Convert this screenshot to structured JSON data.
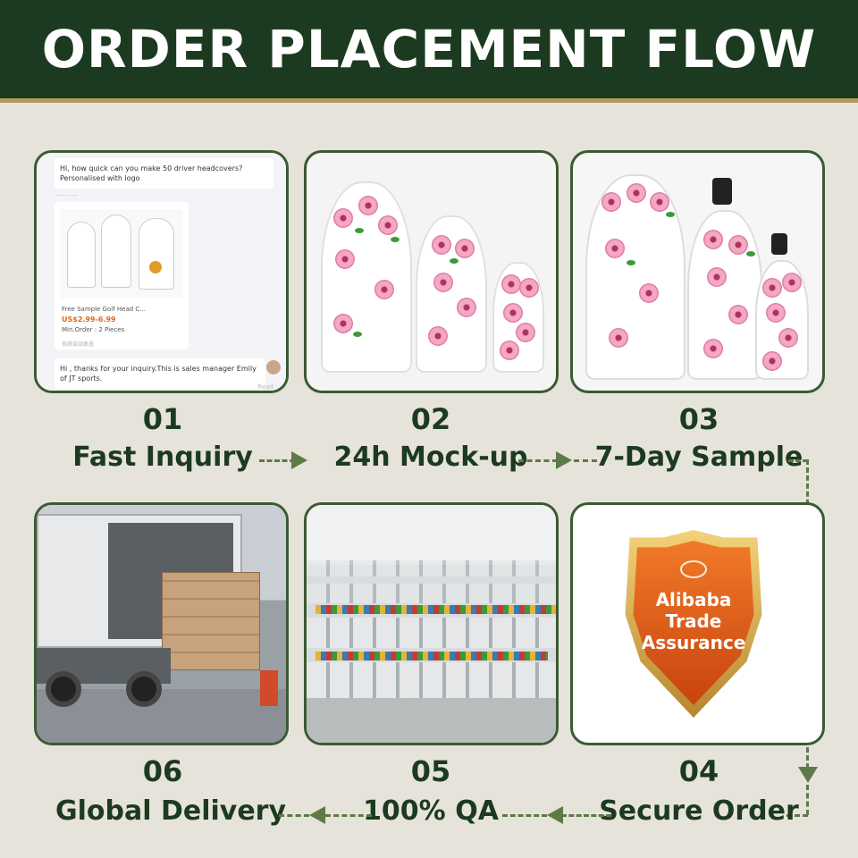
{
  "title": "ORDER PLACEMENT FLOW",
  "colors": {
    "header_bg": "#1c3a1f",
    "accent_gold": "#b59a5a",
    "text_green": "#1c3a1f",
    "dash": "#5d7a47",
    "shield_orange": "#e0601a"
  },
  "steps": [
    {
      "num": "01",
      "label": "Fast  Inquiry"
    },
    {
      "num": "02",
      "label": "24h Mock-up"
    },
    {
      "num": "03",
      "label": "7-Day Sample"
    },
    {
      "num": "04",
      "label": "Secure Order"
    },
    {
      "num": "05",
      "label": "100% QA"
    },
    {
      "num": "06",
      "label": "Global Delivery"
    }
  ],
  "chat": {
    "customer_message": "Hi, how quick can you make 50 driver headcovers? Personalised with logo",
    "product_title": "Free Sample Golf Head C...",
    "product_price": "US$2.99-6.99",
    "product_moq": "Min.Order : 2 Pieces",
    "auto_reply_note": "系统自动发送",
    "reply_message": "Hi , thanks for your inquiry.This is sales manager Emily of JT sports.",
    "read_status": "Read"
  },
  "shield": {
    "line1": "Alibaba",
    "line2": "Trade",
    "line3": "Assurance"
  }
}
